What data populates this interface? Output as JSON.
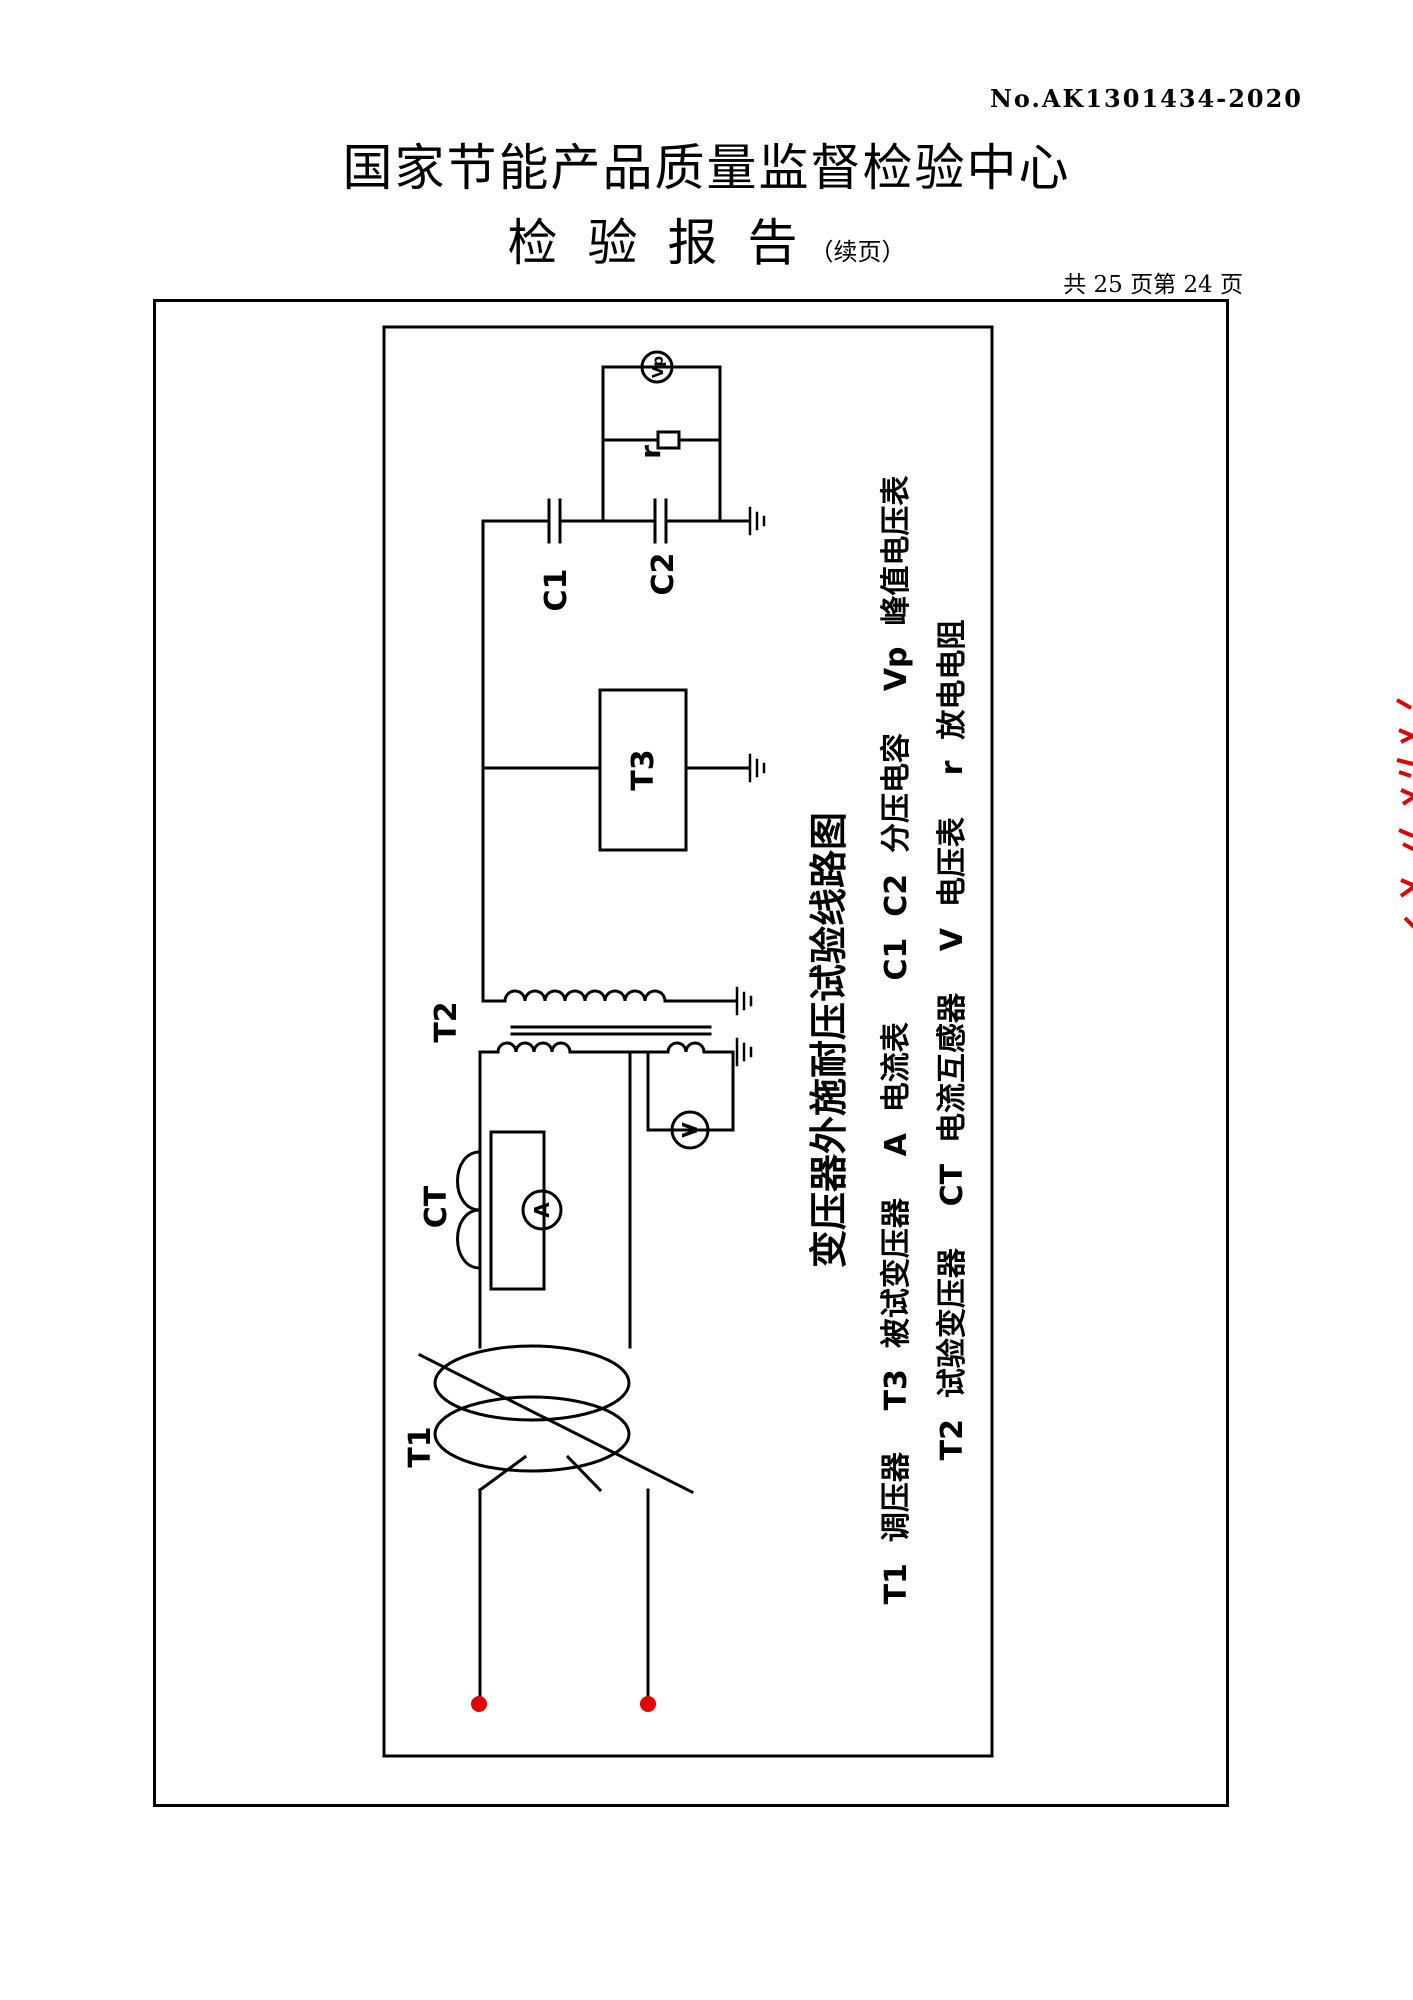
{
  "header": {
    "report_no": "No.AK1301434-2020",
    "center_name": "国家节能产品质量监督检验中心",
    "report_title": "检验报告",
    "continued": "（续页）",
    "page_info": "共 25 页第 24 页"
  },
  "diagram": {
    "title": "变压器外施耐压试验线路图",
    "components": {
      "t1": "T1",
      "t2": "T2",
      "t3": "T3",
      "ct": "CT",
      "ammeter": "A",
      "voltmeter": "V",
      "peak_voltmeter": "Vp",
      "c1": "C1",
      "c2": "C2",
      "r": "r"
    },
    "legend": {
      "line1": "T1  调压器    T3  被试变压器    A  电流表    C1  C2  分压电容    Vp  峰值电压表",
      "line2": "T2  试验变压器    CT  电流互感器    V  电压表    r  放电电阻"
    }
  },
  "colors": {
    "ink": "#000000",
    "terminal_dot": "#e00000",
    "seal": "#e00000"
  }
}
